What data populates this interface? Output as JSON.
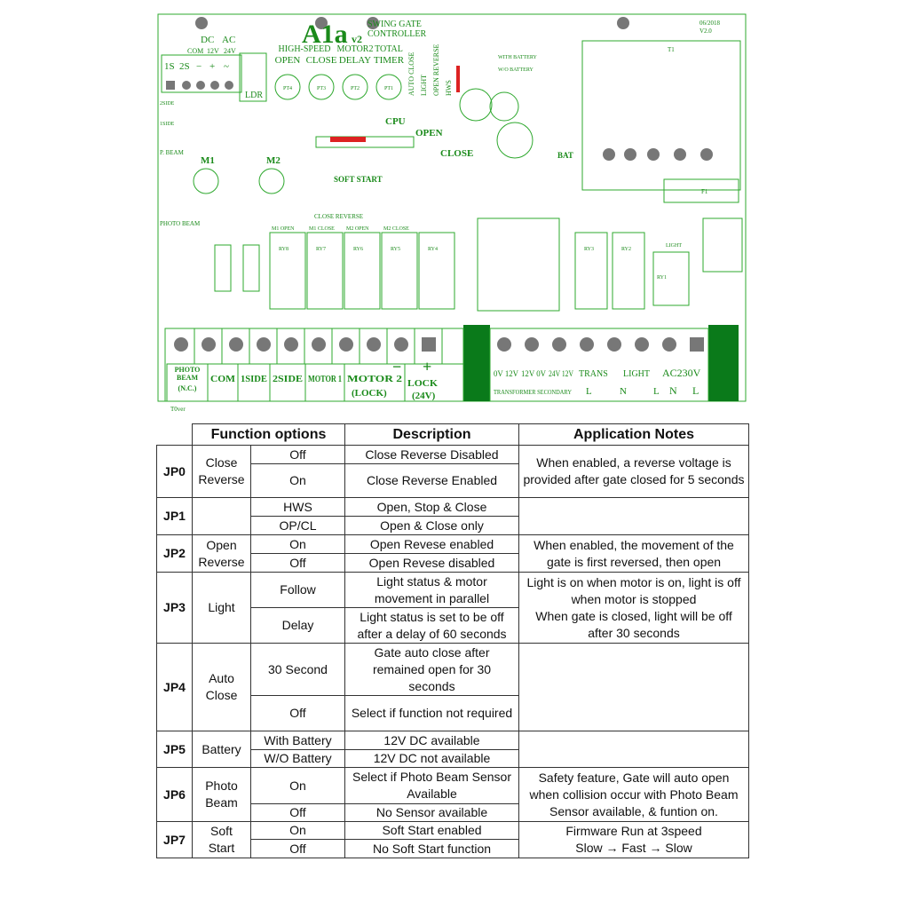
{
  "pcb": {
    "title": "A1a",
    "version_suffix": "v2",
    "subtitle_1": "SWING GATE",
    "subtitle_2": "CONTROLLER",
    "date": "06/2018",
    "revision": "V2.0",
    "dc_label": "DC",
    "ac_label": "AC",
    "power_pins": [
      "COM",
      "12V",
      "24V"
    ],
    "input_pins": [
      "1S",
      "2S",
      "−",
      "+",
      "~"
    ],
    "ldr": "LDR",
    "pot_headers": [
      {
        "l1": "HIGH-SPEED",
        "l2": "OPEN",
        "pot": "PT4"
      },
      {
        "l1": "",
        "l2": "CLOSE",
        "pot": "PT3"
      },
      {
        "l1": "MOTOR2",
        "l2": "DELAY",
        "pot": "PT2"
      },
      {
        "l1": "TOTAL",
        "l2": "TIMER",
        "pot": "PT1"
      }
    ],
    "jumper_labels": [
      "AUTO CLOSE",
      "LIGHT",
      "OPEN REVERSE",
      "HWS"
    ],
    "leds": [
      "CPU",
      "OPEN",
      "CLOSE"
    ],
    "side_labels": [
      "2SIDE",
      "1SIDE",
      "P. BEAM",
      "PHOTO BEAM"
    ],
    "motors": [
      "M1",
      "M2"
    ],
    "soft_start": "SOFT START",
    "close_reverse": "CLOSE REVERSE",
    "bat": "BAT",
    "battery_opts": [
      "WITH BATTERY",
      "W/O BATTERY"
    ],
    "relays": [
      "RY8",
      "RY7",
      "RY6",
      "RY5",
      "RY4",
      "RY3",
      "RY2",
      "RY1"
    ],
    "relay_tags": [
      "M1 OPEN",
      "M1 CLOSE",
      "M2 OPEN",
      "M2 CLOSE"
    ],
    "transformer": "T1",
    "fuse": "F1",
    "light": "LIGHT",
    "terminals_left": [
      {
        "l1": "PHOTO BEAM",
        "l2": "(N.C.)"
      },
      {
        "l1": "COM",
        "l2": ""
      },
      {
        "l1": "1SIDE",
        "l2": ""
      },
      {
        "l1": "2SIDE",
        "l2": ""
      },
      {
        "l1": "MOTOR 1",
        "l2": ""
      },
      {
        "l1": "MOTOR 2",
        "l2": "(LOCK)"
      },
      {
        "l1": "LOCK",
        "l2": "(24V)"
      }
    ],
    "lock_signs": [
      "−",
      "+"
    ],
    "terminals_right": {
      "secondary": [
        "0V 12V",
        "12V 0V",
        "24V 12V"
      ],
      "secondary_caption": "TRANSFORMER SECONDARY",
      "trans": "TRANS",
      "light": "LIGHT",
      "trans_pins": [
        "L",
        "N",
        "L"
      ],
      "ac": "AC230V",
      "ac_pins": [
        "N",
        "L"
      ]
    },
    "footer": "T0ver"
  },
  "table": {
    "headers": [
      "Function options",
      "Description",
      "Application Notes"
    ],
    "groups": [
      {
        "jp": "JP0",
        "func": "Close Reverse",
        "rows": [
          {
            "opt": "Off",
            "desc": "Close Reverse Disabled"
          },
          {
            "opt": "On",
            "desc": "Close Reverse Enabled"
          }
        ],
        "notes": [
          "When enabled, a reverse voltage is provided after gate closed for 5 seconds"
        ]
      },
      {
        "jp": "JP1",
        "func": "",
        "rows": [
          {
            "opt": "HWS",
            "desc": "Open, Stop & Close"
          },
          {
            "opt": "OP/CL",
            "desc": "Open & Close only"
          }
        ],
        "notes": [
          ""
        ]
      },
      {
        "jp": "JP2",
        "func": "Open Reverse",
        "rows": [
          {
            "opt": "On",
            "desc": "Open Revese enabled"
          },
          {
            "opt": "Off",
            "desc": "Open Revese disabled"
          }
        ],
        "notes": [
          "When enabled, the movement of the gate is first reversed, then open"
        ]
      },
      {
        "jp": "JP3",
        "func": "Light",
        "rows": [
          {
            "opt": "Follow",
            "desc": "Light status & motor movement in parallel"
          },
          {
            "opt": "Delay",
            "desc": "Light status is set to be off after a delay of 60 seconds"
          }
        ],
        "notes": [
          "Light is on when motor is on, light is off when motor is stopped",
          "When gate is closed, light will be off after 30 seconds"
        ]
      },
      {
        "jp": "JP4",
        "func": "Auto Close",
        "rows": [
          {
            "opt": "30 Second",
            "desc": "Gate auto close after remained open for 30 seconds"
          },
          {
            "opt": "Off",
            "desc": "Select if function not required"
          }
        ],
        "notes": [
          ""
        ]
      },
      {
        "jp": "JP5",
        "func": "Battery",
        "rows": [
          {
            "opt": "With Battery",
            "desc": "12V DC available"
          },
          {
            "opt": "W/O Battery",
            "desc": "12V DC not available"
          }
        ],
        "notes": [
          ""
        ]
      },
      {
        "jp": "JP6",
        "func": "Photo Beam",
        "rows": [
          {
            "opt": "On",
            "desc": "Select if Photo Beam Sensor Available"
          },
          {
            "opt": "Off",
            "desc": "No Sensor available"
          }
        ],
        "notes": [
          "Safety feature, Gate will auto open when collision occur with Photo Beam Sensor available, & funtion on."
        ]
      },
      {
        "jp": "JP7",
        "func": "Soft Start",
        "rows": [
          {
            "opt": "On",
            "desc": "Soft Start enabled"
          },
          {
            "opt": "Off",
            "desc": "No Soft Start function"
          }
        ],
        "notes": [
          "Firmware Run at 3speed",
          "Slow → Fast → Slow"
        ]
      }
    ]
  }
}
